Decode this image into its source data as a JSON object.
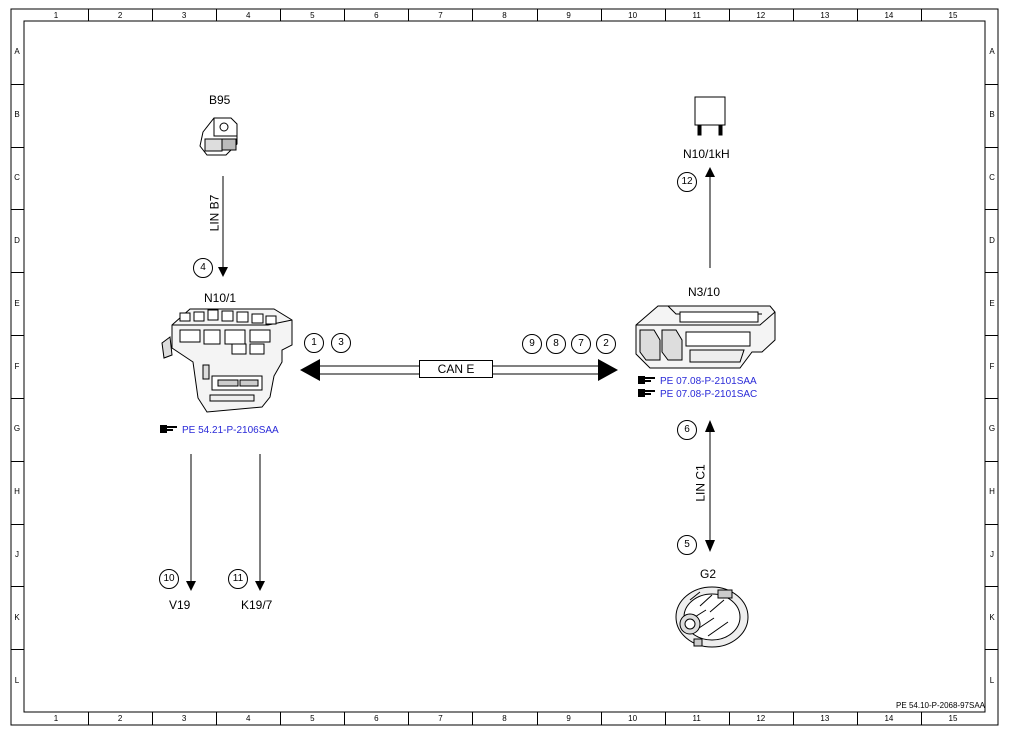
{
  "grid": {
    "columns": [
      "1",
      "2",
      "3",
      "4",
      "5",
      "6",
      "7",
      "8",
      "9",
      "10",
      "11",
      "12",
      "13",
      "14",
      "15"
    ],
    "rows": [
      "A",
      "B",
      "C",
      "D",
      "E",
      "F",
      "G",
      "H",
      "J",
      "K",
      "L"
    ]
  },
  "components": {
    "b95": {
      "label": "B95",
      "icon": "sensor-icon"
    },
    "n10_1": {
      "label": "N10/1",
      "icon": "control-module-icon"
    },
    "n3_10": {
      "label": "N3/10",
      "icon": "ecu-icon"
    },
    "n10_1kh": {
      "label": "N10/1kH",
      "icon": "relay-icon"
    },
    "g2": {
      "label": "G2",
      "icon": "alternator-icon"
    },
    "v19": {
      "label": "V19"
    },
    "k19_7": {
      "label": "K19/7"
    }
  },
  "buses": {
    "lin_b7": "LIN B7",
    "can_e": "CAN E",
    "lin_c1": "LIN C1"
  },
  "references": {
    "n10_1_ref": "PE 54.21-P-2106SAA",
    "n3_10_ref_1": "PE 07.08-P-2101SAA",
    "n3_10_ref_2": "PE 07.08-P-2101SAC"
  },
  "markers": {
    "m1": "1",
    "m2": "2",
    "m3": "3",
    "m4": "4",
    "m5": "5",
    "m6": "6",
    "m7": "7",
    "m8": "8",
    "m9": "9",
    "m10": "10",
    "m11": "11",
    "m12": "12"
  },
  "document_id": "PE 54.10-P-2068-97SAA",
  "colors": {
    "reference_link": "#2a2ad8",
    "line": "#000000"
  }
}
